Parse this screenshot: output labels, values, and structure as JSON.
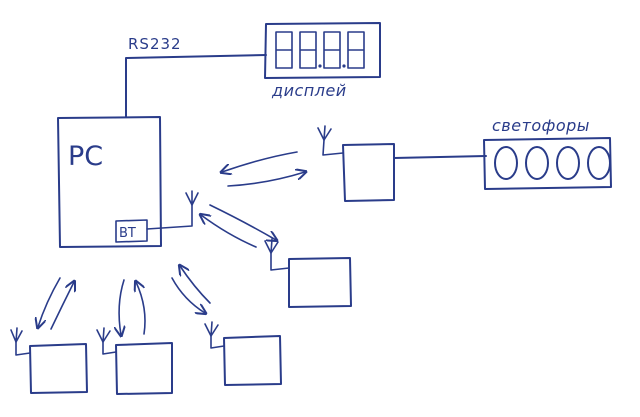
{
  "labels": {
    "pc": "PC",
    "bt": "BT",
    "rs232": "RS232",
    "display": "дисплей",
    "traffic_lights": "светофоры"
  },
  "display_digits": [
    "8",
    "8",
    "8",
    "8"
  ],
  "traffic_light_lamps": 4,
  "colors": {
    "ink": "#2a3c8a",
    "paper": "#ffffff"
  }
}
